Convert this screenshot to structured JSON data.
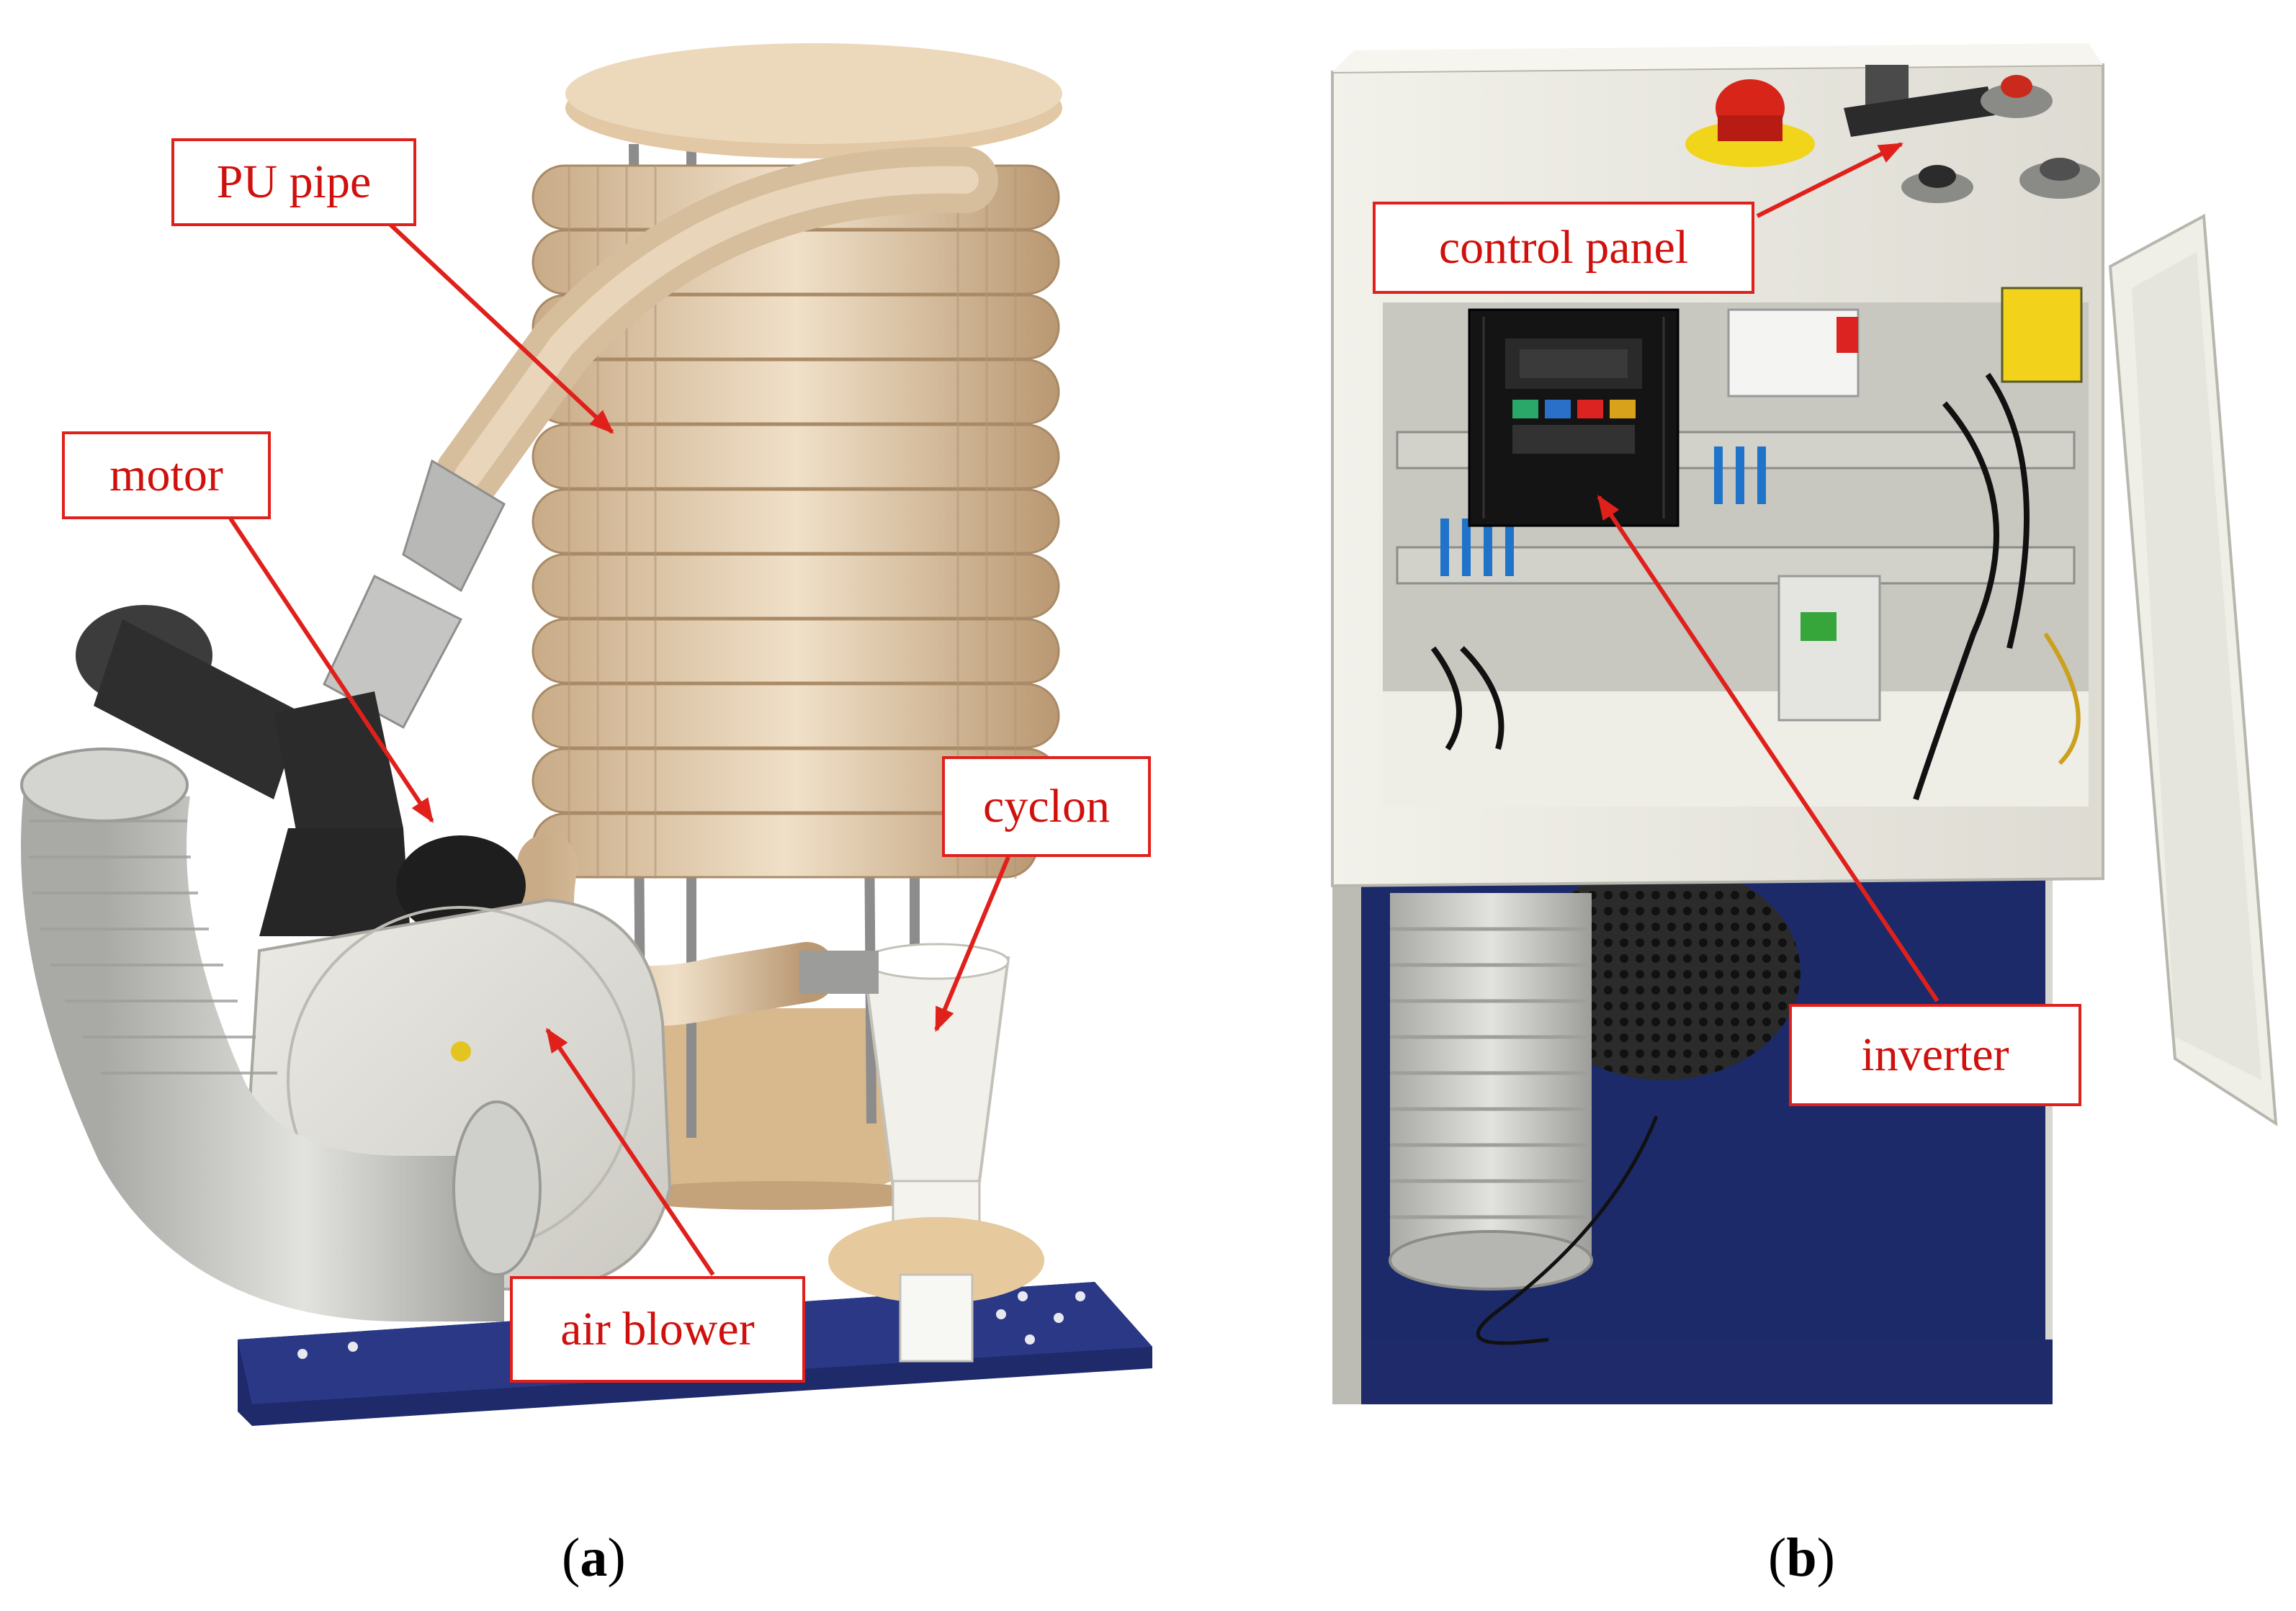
{
  "panel_a": {
    "labels": {
      "pu_pipe": "PU pipe",
      "motor": "motor",
      "cyclon": "cyclon",
      "air_blower": "air blower"
    },
    "caption_open": "(",
    "caption_letter": "a",
    "caption_close": ")"
  },
  "panel_b": {
    "labels": {
      "control_panel": "control panel",
      "inverter": "inverter"
    },
    "caption_open": "(",
    "caption_letter": "b",
    "caption_close": ")"
  },
  "colors": {
    "callout_red": "#e0201b",
    "base_blue": "#1f2a6b",
    "hose_gray": "#c9c9c7",
    "pu_pipe": "#d8c3a8",
    "cabinet": "#ecebe4"
  }
}
